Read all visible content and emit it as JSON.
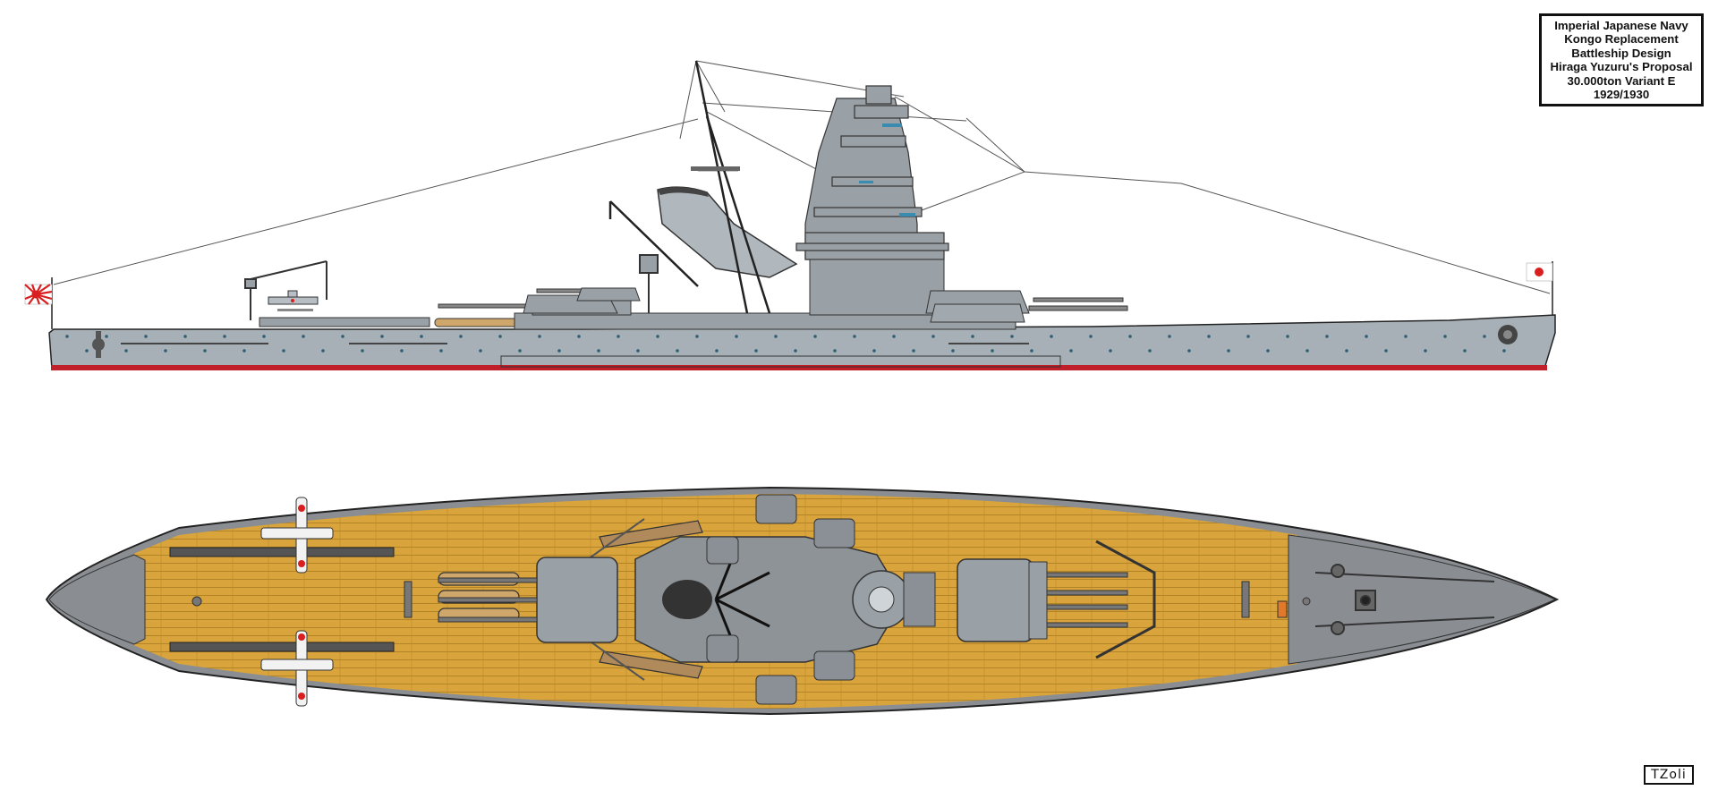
{
  "title_block": {
    "lines": [
      "Imperial Japanese Navy",
      "Kongo Replacement",
      "Battleship Design",
      "Hiraga Yuzuru's Proposal",
      "30.000ton Variant E",
      "1929/1930"
    ]
  },
  "signature": "TZoli",
  "colors": {
    "hull": "#a7b0b6",
    "hull_dark": "#8c969c",
    "waterline": "#c0202a",
    "deck_wood": "#d9a43c",
    "deck_plank_line": "#a57820",
    "steel_deck": "#8a8e92",
    "turret": "#9aa1a6",
    "outline": "#222222",
    "rigging": "#555555",
    "flag_red": "#d81e1e"
  },
  "icons": {
    "stern_flag": "rising-sun-ensign",
    "bow_flag": "hinomaru-jack",
    "bow_crest": "chrysanthemum-crest-icon"
  }
}
